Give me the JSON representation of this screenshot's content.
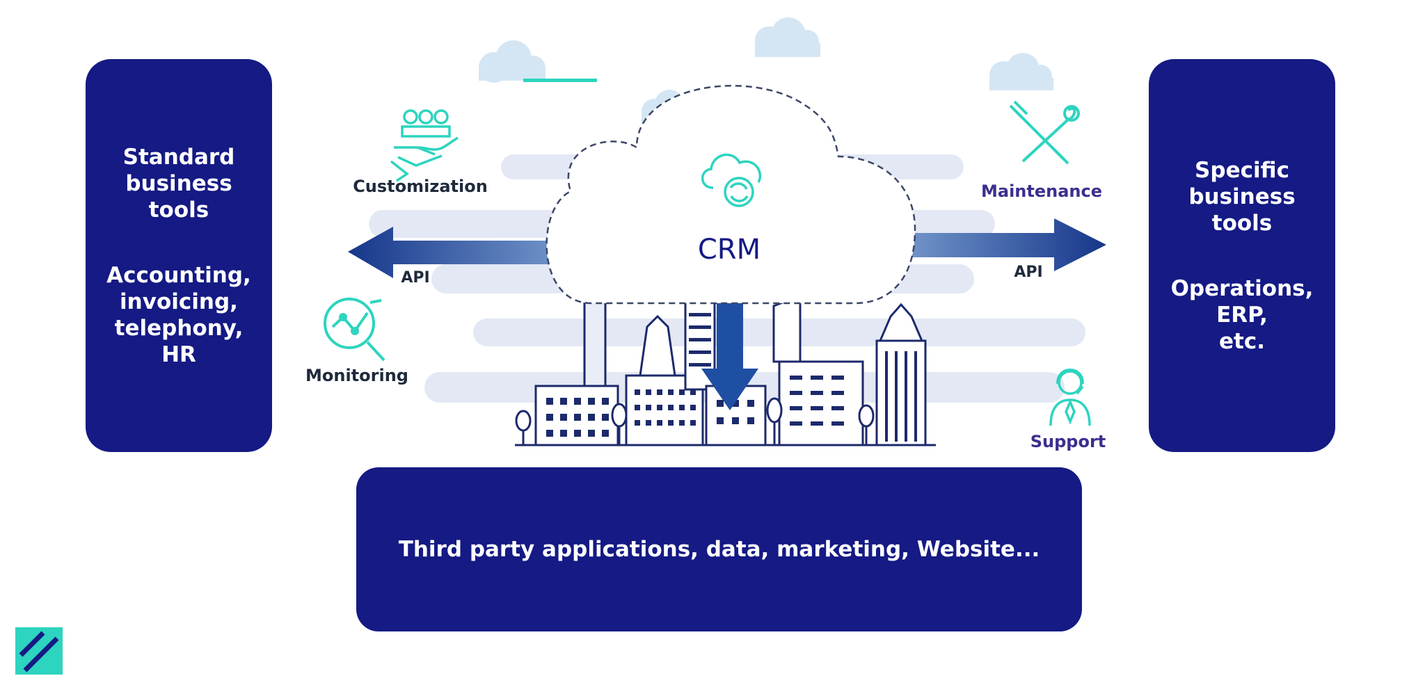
{
  "left_card": {
    "title": "Standard\nbusiness\ntools",
    "description": "Accounting,\ninvoicing,\ntelephony,\nHR"
  },
  "right_card": {
    "title": "Specific\nbusiness\ntools",
    "description": "Operations,\nERP,\netc."
  },
  "bottom_card": {
    "text": "Third party applications, data, marketing, Website..."
  },
  "center": {
    "label": "CRM",
    "icon": "cloud-sync-icon"
  },
  "features": [
    {
      "label": "Customization",
      "icon": "hand-people-icon"
    },
    {
      "label": "Maintenance",
      "icon": "tools-icon"
    },
    {
      "label": "Monitoring",
      "icon": "magnifier-chart-icon"
    },
    {
      "label": "Support",
      "icon": "support-person-icon"
    }
  ],
  "arrows": {
    "left_label": "API",
    "right_label": "API"
  },
  "colors": {
    "navy": "#151a84",
    "teal": "#2dd4bf",
    "arrow_blue": "#1f4fa3",
    "label_dark": "#1f2a3c",
    "label_purple": "#3a2f8f"
  }
}
